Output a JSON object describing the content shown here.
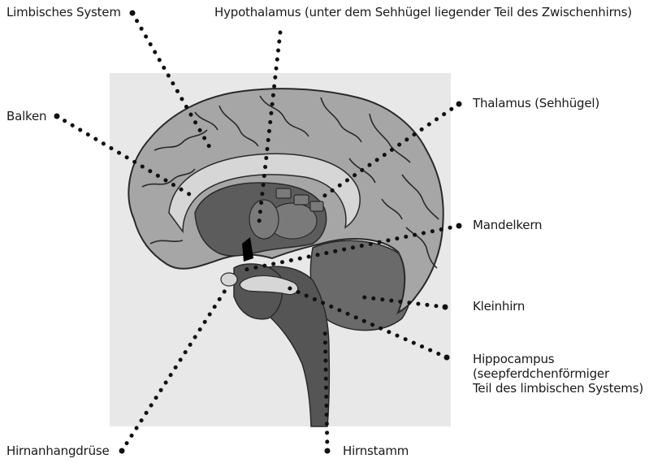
{
  "labels": {
    "limbisches_system": "Limbisches System",
    "hypothalamus": "Hypothalamus (unter dem Sehhügel liegender Teil des Zwischenhirns)",
    "balken": "Balken",
    "thalamus": "Thalamus (Sehhügel)",
    "mandelkern": "Mandelkern",
    "kleinhirn": "Kleinhirn",
    "hippocampus": [
      "Hippocampus",
      "(seepferdchenförmiger",
      "Teil des limbischen Systems)"
    ],
    "hirnanhangdruese": "Hirnanhangdrüse",
    "hirnstamm": "Hirnstamm"
  },
  "colors": {
    "panel": "#e8e8e8",
    "cortex": "#a6a6a6",
    "cortex_outline": "#2a2a2a",
    "corpus_callosum": "#d6d6d6",
    "inner": "#5c5c5c",
    "thalamus": "#7a7a7a",
    "stem": "#555555",
    "cerebellum": "#6a6a6a",
    "dots": "#111111"
  }
}
